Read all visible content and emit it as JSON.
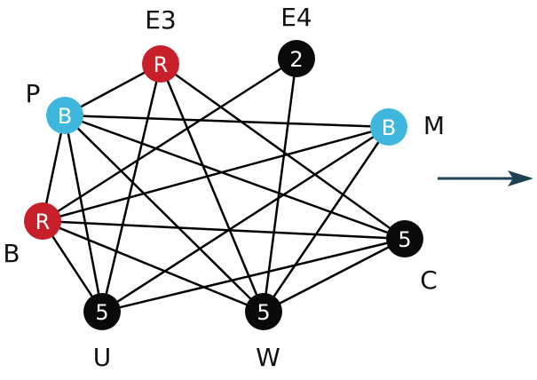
{
  "arrow_color": "#1d4256",
  "colors": {
    "red": "#c8202a",
    "blue": "#3fb6dc",
    "black": "#0a0a0a"
  },
  "nodes": [
    {
      "id": "E3",
      "name": "E3",
      "value": "R",
      "color": "red"
    },
    {
      "id": "E4",
      "name": "E4",
      "value": "2",
      "color": "black"
    },
    {
      "id": "P",
      "name": "P",
      "value": "B",
      "color": "blue"
    },
    {
      "id": "M",
      "name": "M",
      "value": "B",
      "color": "blue"
    },
    {
      "id": "B",
      "name": "B",
      "value": "R",
      "color": "red"
    },
    {
      "id": "C",
      "name": "C",
      "value": "5",
      "color": "black"
    },
    {
      "id": "U",
      "name": "U",
      "value": "5",
      "color": "black"
    },
    {
      "id": "W",
      "name": "W",
      "value": "5",
      "color": "black"
    }
  ],
  "edges": [
    [
      "P",
      "E3"
    ],
    [
      "P",
      "M"
    ],
    [
      "P",
      "B"
    ],
    [
      "P",
      "U"
    ],
    [
      "P",
      "W"
    ],
    [
      "P",
      "C"
    ],
    [
      "E3",
      "U"
    ],
    [
      "E3",
      "W"
    ],
    [
      "E3",
      "C"
    ],
    [
      "E4",
      "B"
    ],
    [
      "E4",
      "W"
    ],
    [
      "B",
      "M"
    ],
    [
      "B",
      "C"
    ],
    [
      "B",
      "U"
    ],
    [
      "B",
      "W"
    ],
    [
      "M",
      "U"
    ],
    [
      "M",
      "W"
    ],
    [
      "U",
      "C"
    ],
    [
      "W",
      "C"
    ]
  ]
}
